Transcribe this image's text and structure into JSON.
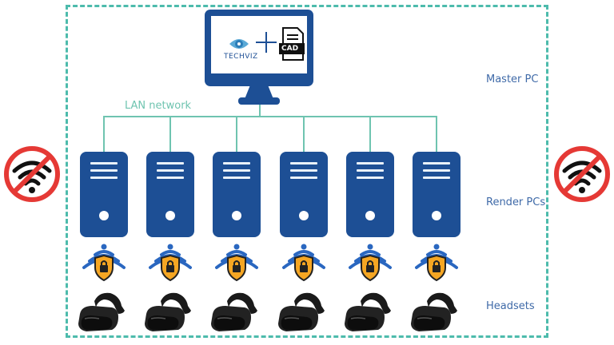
{
  "diagram": {
    "master": {
      "label": "Master PC",
      "software": "TECHVIZ",
      "file_type": "CAD"
    },
    "network": {
      "label": "LAN network"
    },
    "render": {
      "label": "Render PCs",
      "count": 6
    },
    "headsets": {
      "label": "Headsets",
      "count": 6
    },
    "icons": {
      "left_status": "no-wifi-icon",
      "right_status": "no-wifi-icon",
      "secure_link": "secure-wifi-shield-icon",
      "headset": "vr-headset-icon"
    },
    "colors": {
      "primary": "#1d4f95",
      "network_line": "#6fc4b0",
      "frame": "#4dbbac",
      "no_wifi": "#e53935",
      "shield": "#f5a623",
      "label": "#3f6aa8"
    }
  }
}
